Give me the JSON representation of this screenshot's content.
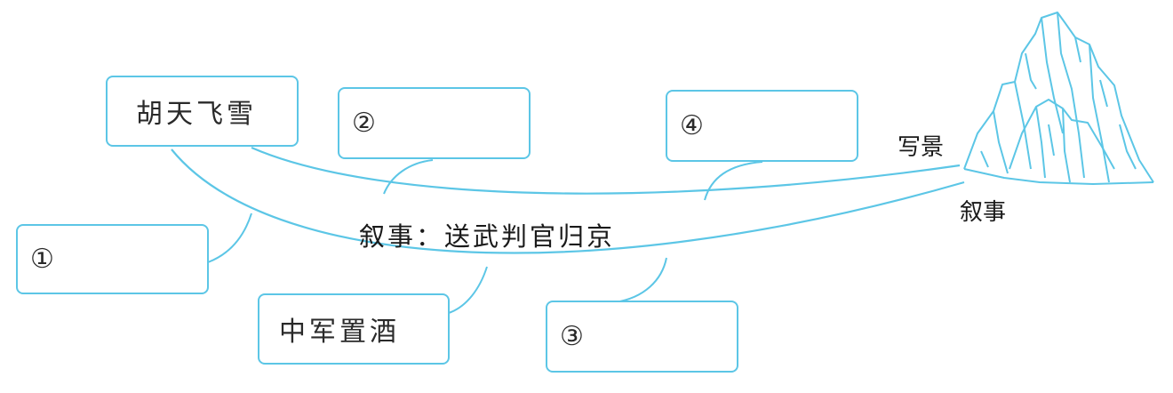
{
  "diagram": {
    "main_label": "叙事：送武判官归京",
    "side_labels": {
      "scenery": "写景",
      "narrative": "叙事"
    },
    "boxes": {
      "hu_tian_fei_xue": "胡天飞雪",
      "blank_1": "①",
      "zhong_jun_zhi_jiu": "中军置酒",
      "blank_2": "②",
      "blank_3": "③",
      "blank_4": "④"
    },
    "colors": {
      "line": "#5cc6e6",
      "mountain": "#5cc6e6",
      "text": "#1a1a1a"
    }
  }
}
